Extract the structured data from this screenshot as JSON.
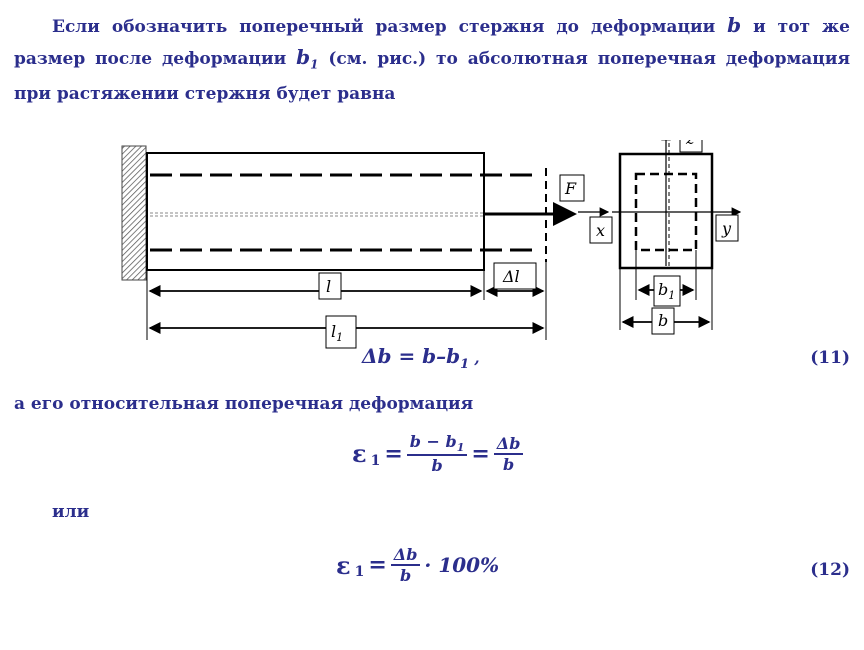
{
  "intro": {
    "t1": "Если обозначить поперечный размер стержня до деформации ",
    "v1": "b",
    "t2": " и тот же размер после деформации ",
    "v2": "b",
    "v2sub": "1",
    "t3": " (см. рис.) то абсолютная поперечная деформация при растяжении стержня будет равна"
  },
  "figure": {
    "label_F": "F",
    "label_x": "x",
    "label_y": "y",
    "label_z": "z",
    "label_l": "l",
    "label_l1": "l",
    "label_l1_sub": "1",
    "label_dl": "Δl",
    "label_b1": "b",
    "label_b1_sub": "1",
    "label_b": "b"
  },
  "eq11": {
    "lhs": "Δb = b–b",
    "sub": "1",
    "tail": " ,",
    "number": "(11)"
  },
  "text2": "а его относительная поперечная деформация",
  "eq_rel": {
    "eps": "ε",
    "eps_sub": "1",
    "num1": "b − b",
    "num1_sub": "1",
    "den1": "b",
    "num2": "Δb",
    "den2": "b"
  },
  "text3": "или",
  "eq12": {
    "eps": "ε",
    "eps_sub": "1",
    "num": "Δb",
    "den": "b",
    "tail": "· 100%",
    "number": "(12)"
  }
}
